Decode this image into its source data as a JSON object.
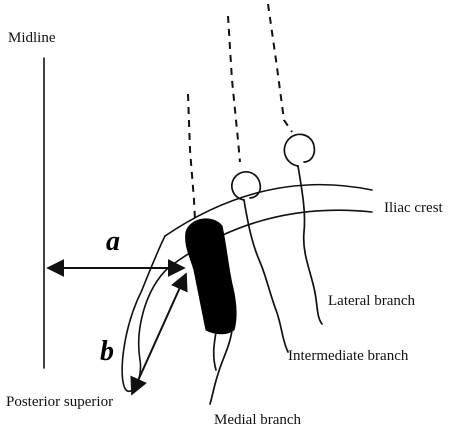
{
  "labels": {
    "midline": "Midline",
    "iliac_crest": "Iliac crest",
    "lateral_branch": "Lateral branch",
    "intermediate_branch": "Intermediate branch",
    "medial_branch": "Medial branch",
    "posterior_superior": "Posterior superior"
  },
  "distances": {
    "a": "a",
    "b": "b"
  },
  "colors": {
    "ink": "#111111",
    "background": "#ffffff"
  }
}
